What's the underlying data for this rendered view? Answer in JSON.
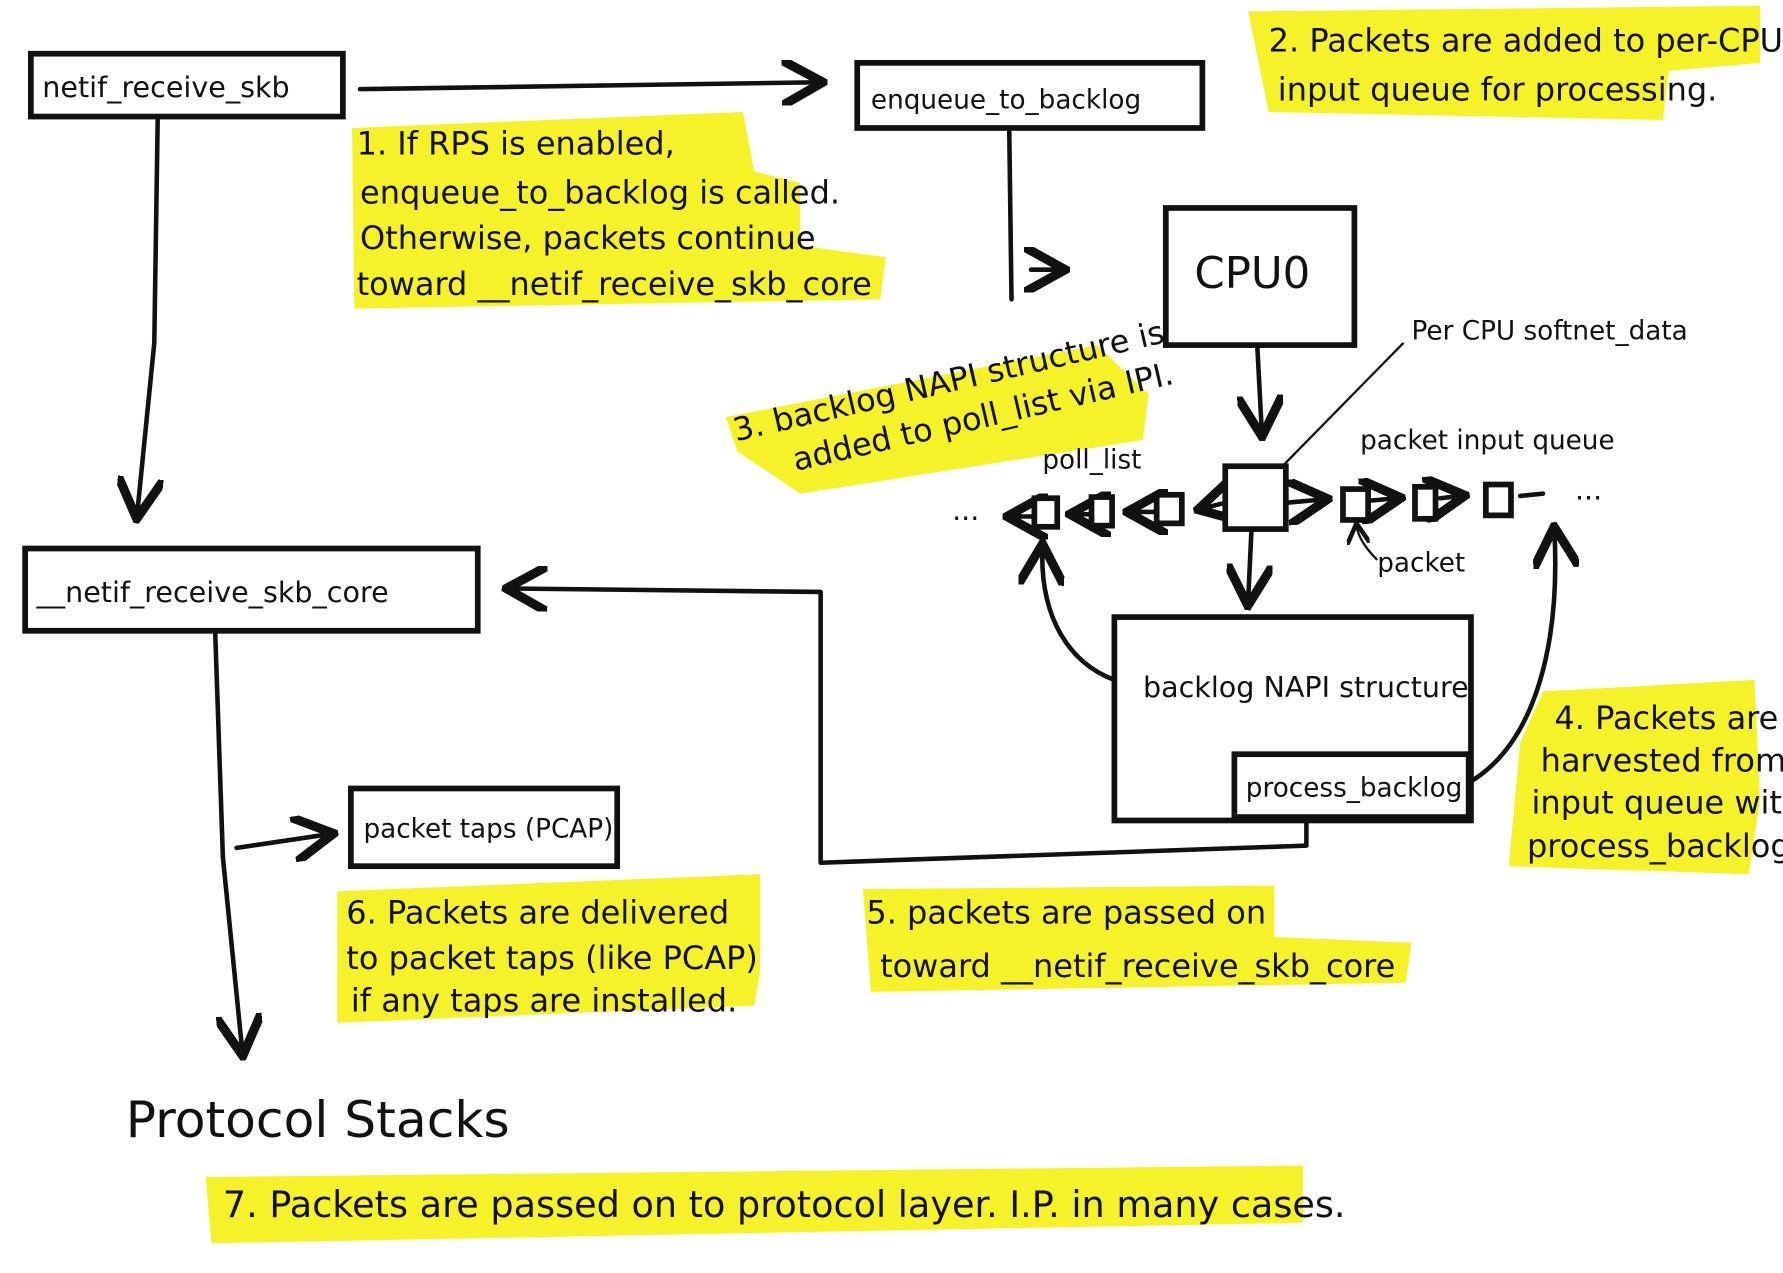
{
  "boxes": {
    "netif_receive_skb": "netif_receive_skb",
    "enqueue_to_backlog": "enqueue_to_backlog",
    "cpu": "CPU0",
    "netif_receive_skb_core": "__netif_receive_skb_core",
    "packet_taps": "packet taps (PCAP)",
    "backlog_napi": "backlog NAPI structure",
    "process_backlog": "process_backlog"
  },
  "labels": {
    "softnet_data": "Per CPU softnet_data",
    "poll_list": "poll_list",
    "packet_input_queue": "packet input queue",
    "packet": "packet",
    "protocol_stacks": "Protocol Stacks",
    "ellipsis": "..."
  },
  "notes": {
    "note1": [
      "1. If RPS is enabled,",
      "enqueue_to_backlog is called.",
      "Otherwise, packets continue",
      "toward __netif_receive_skb_core"
    ],
    "note2": [
      "2. Packets are added to per-CPU",
      "input queue for processing."
    ],
    "note3": [
      "3. backlog NAPI structure is",
      "added to poll_list via IPI."
    ],
    "note4": [
      "4. Packets are",
      "harvested from",
      "input queue with",
      "process_backlog"
    ],
    "note5": [
      "5. packets are passed on",
      "toward __netif_receive_skb_core"
    ],
    "note6": [
      "6. Packets are delivered",
      "to packet taps (like PCAP)",
      "if any taps are installed."
    ],
    "note7": [
      "7. Packets are passed on to protocol layer. I.P. in many cases."
    ]
  },
  "colors": {
    "highlight": "#f6f22a",
    "ink": "#111111"
  }
}
